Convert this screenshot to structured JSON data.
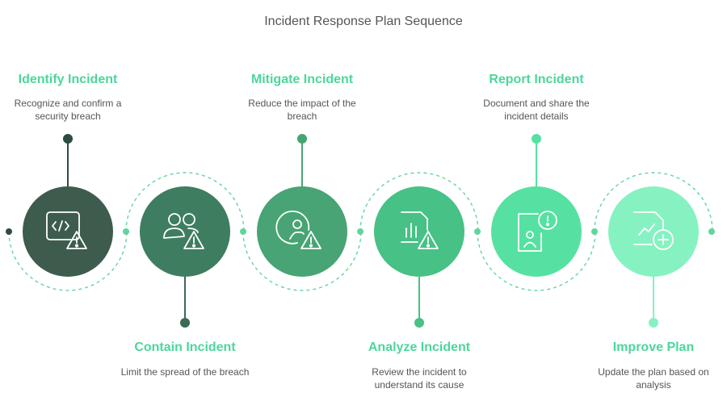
{
  "title": "Incident Response Plan Sequence",
  "colors": {
    "title_text": "#4dd69b",
    "circles": [
      "#3d5c4e",
      "#3f7d60",
      "#48a474",
      "#47c186",
      "#56e1a2",
      "#86f2c2"
    ],
    "dashed": "#5fd5a0",
    "line_dots": [
      "#2e4c3f",
      "#3a6b53",
      "#46a472",
      "#47c186",
      "#56e1a2",
      "#86f2c2"
    ]
  },
  "steps": [
    {
      "title": "Identify Incident",
      "description": [
        "Recognize and confirm a",
        "security breach"
      ],
      "icon": "code-warning-icon",
      "label_position": "top"
    },
    {
      "title": "Contain Incident",
      "description": [
        "Limit the spread of the breach"
      ],
      "icon": "users-warning-icon",
      "label_position": "bottom"
    },
    {
      "title": "Mitigate Incident",
      "description": [
        "Reduce the impact of the",
        "breach"
      ],
      "icon": "user-warning-icon",
      "label_position": "top"
    },
    {
      "title": "Analyze Incident",
      "description": [
        "Review the incident to",
        "understand its cause"
      ],
      "icon": "chart-warning-icon",
      "label_position": "bottom"
    },
    {
      "title": "Report Incident",
      "description": [
        "Document and share the",
        "incident details"
      ],
      "icon": "mobile-report-icon",
      "label_position": "top"
    },
    {
      "title": "Improve Plan",
      "description": [
        "Update the plan based on",
        "analysis"
      ],
      "icon": "document-plus-icon",
      "label_position": "bottom"
    }
  ]
}
